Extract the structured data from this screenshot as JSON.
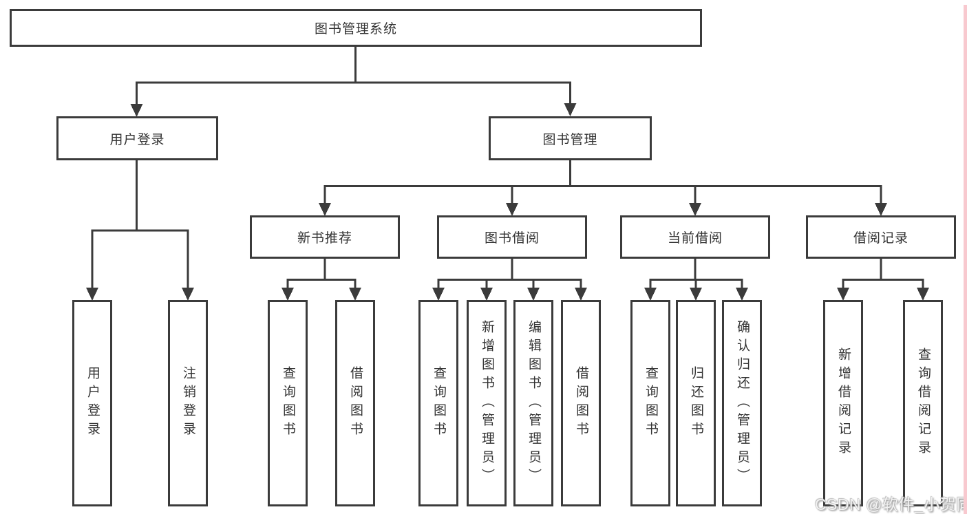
{
  "colors": {
    "line": "#3b3b3b",
    "box_border": "#3b3b3b",
    "text": "#333333",
    "box_bg": "#ffffff",
    "bg": "#ffffff",
    "watermark": "#f2f2f2",
    "edge_strip": "#f8c9cf"
  },
  "tree": {
    "root": {
      "label": "图书管理系统",
      "children": [
        {
          "label": "用户登录",
          "children": [
            {
              "label": "用户登录"
            },
            {
              "label": "注销登录"
            }
          ]
        },
        {
          "label": "图书管理",
          "children": [
            {
              "label": "新书推荐",
              "children": [
                {
                  "label": "查询图书"
                },
                {
                  "label": "借阅图书"
                }
              ]
            },
            {
              "label": "图书借阅",
              "children": [
                {
                  "label": "查询图书"
                },
                {
                  "label": "新增图书（管理员）"
                },
                {
                  "label": "编辑图书（管理员）"
                },
                {
                  "label": "借阅图书"
                }
              ]
            },
            {
              "label": "当前借阅",
              "children": [
                {
                  "label": "查询图书"
                },
                {
                  "label": "归还图书"
                },
                {
                  "label": "确认归还（管理员）"
                }
              ]
            },
            {
              "label": "借阅记录",
              "children": [
                {
                  "label": "新增借阅记录"
                },
                {
                  "label": "查询借阅记录"
                }
              ]
            }
          ]
        }
      ]
    }
  },
  "watermark": {
    "text": "CSDN @软件_小贺同学"
  }
}
